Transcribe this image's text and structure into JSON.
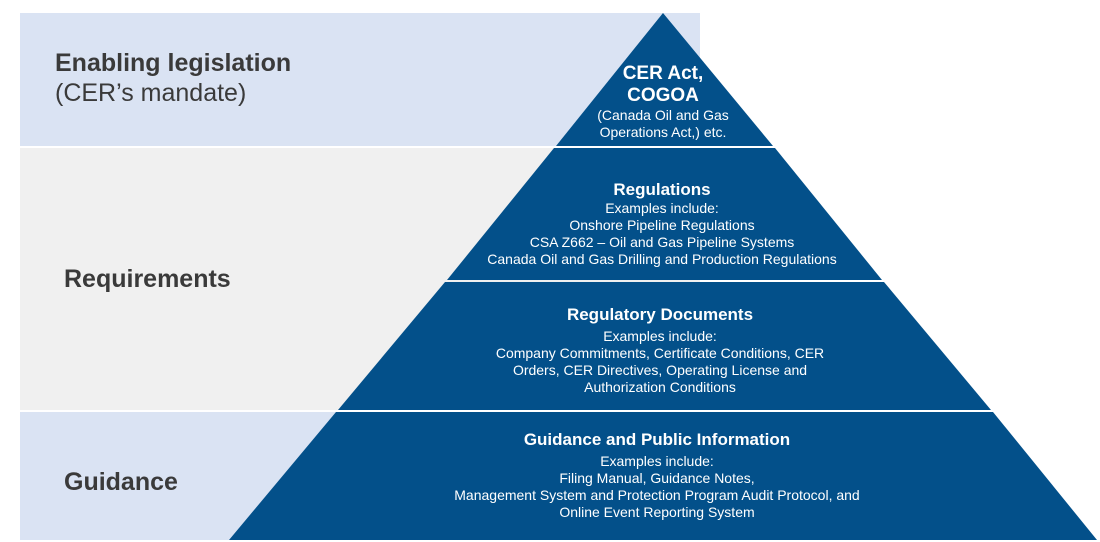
{
  "colors": {
    "pyramid_fill": "#03508a",
    "band_blue": "#dae3f3",
    "band_gray": "#f0f0f0",
    "divider": "#ffffff",
    "label_text": "#3a3a3a"
  },
  "bands": {
    "enabling": {
      "title": "Enabling legislation",
      "subtitle": "(CER’s mandate)"
    },
    "requirements": {
      "title": "Requirements"
    },
    "guidance": {
      "title": "Guidance"
    }
  },
  "tiers": {
    "top": {
      "title_lines": [
        "CER Act,",
        "COGOA"
      ],
      "body_lines": [
        "(Canada Oil and Gas",
        "Operations Act,) etc."
      ]
    },
    "regulations": {
      "title": "Regulations",
      "body_lines": [
        "Examples include:",
        "Onshore Pipeline Regulations",
        "CSA Z662 – Oil and Gas Pipeline Systems",
        "Canada Oil and Gas Drilling and Production Regulations"
      ]
    },
    "documents": {
      "title": "Regulatory Documents",
      "body_lines": [
        "Examples include:",
        "Company Commitments, Certificate Conditions, CER",
        "Orders, CER Directives, Operating License and",
        "Authorization Conditions"
      ]
    },
    "guidance": {
      "title": "Guidance and Public Information",
      "body_lines": [
        "Examples include:",
        "Filing Manual, Guidance Notes,",
        "Management System and Protection Program Audit Protocol, and",
        "Online Event Reporting System"
      ]
    }
  }
}
